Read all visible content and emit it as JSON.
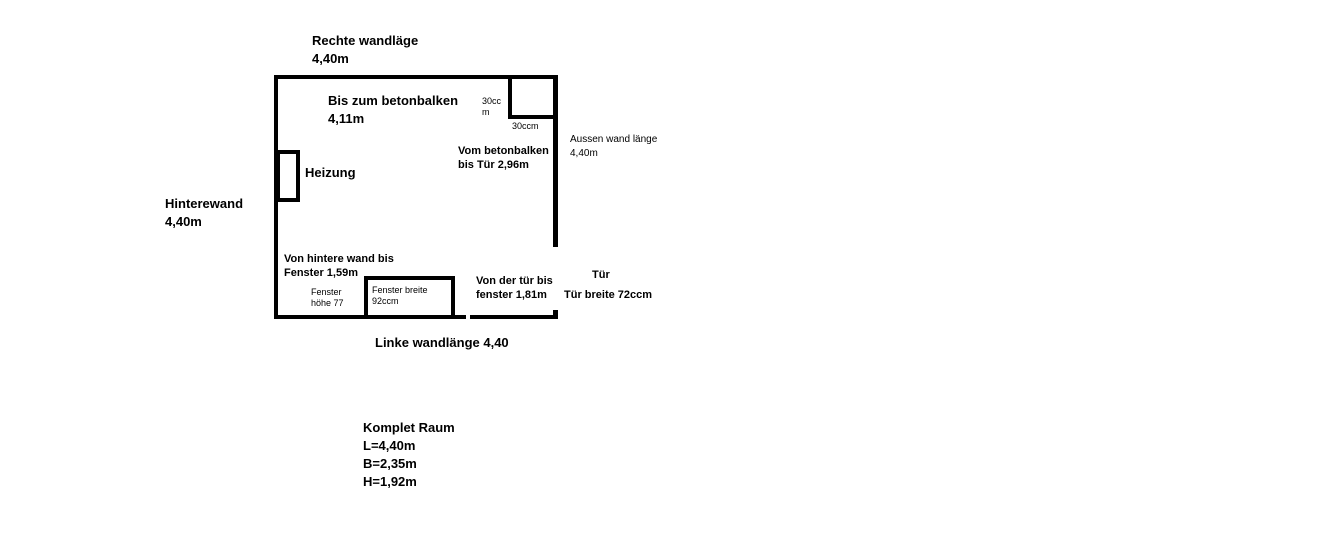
{
  "labels": {
    "rechte_wand_title": "Rechte wandläge",
    "rechte_wand_value": "4,40m",
    "hinterewand_title": "Hinterewand",
    "hinterewand_value": "4,40m",
    "betonbalken_title": "Bis zum betonbalken",
    "betonbalken_value": "4,11m",
    "beam_side_1": "30cc",
    "beam_side_2": "m",
    "beam_bottom": "30ccm",
    "aussen_title": "Aussen wand länge",
    "aussen_value": "4,40m",
    "vom_balken_1": "Vom betonbalken",
    "vom_balken_2": "bis Tür 2,96m",
    "heizung": "Heizung",
    "hintere_fenster_1": "Von hintere wand bis",
    "hintere_fenster_2": "Fenster 1,59m",
    "fenster_hoehe_1": "Fenster",
    "fenster_hoehe_2": "höhe 77",
    "fenster_breite_1": "Fenster breite",
    "fenster_breite_2": "92ccm",
    "tuer_fenster_1": "Von der tür bis",
    "tuer_fenster_2": "fenster 1,81m",
    "tuer": "Tür",
    "tuer_breite": "Tür breite 72ccm",
    "linke_wand": "Linke wandlänge 4,40",
    "komplett_title": "Komplet Raum",
    "komplett_l": "L=4,40m",
    "komplett_b": "B=2,35m",
    "komplett_h": "H=1,92m"
  },
  "colors": {
    "wall": "#000000",
    "background": "#ffffff"
  }
}
